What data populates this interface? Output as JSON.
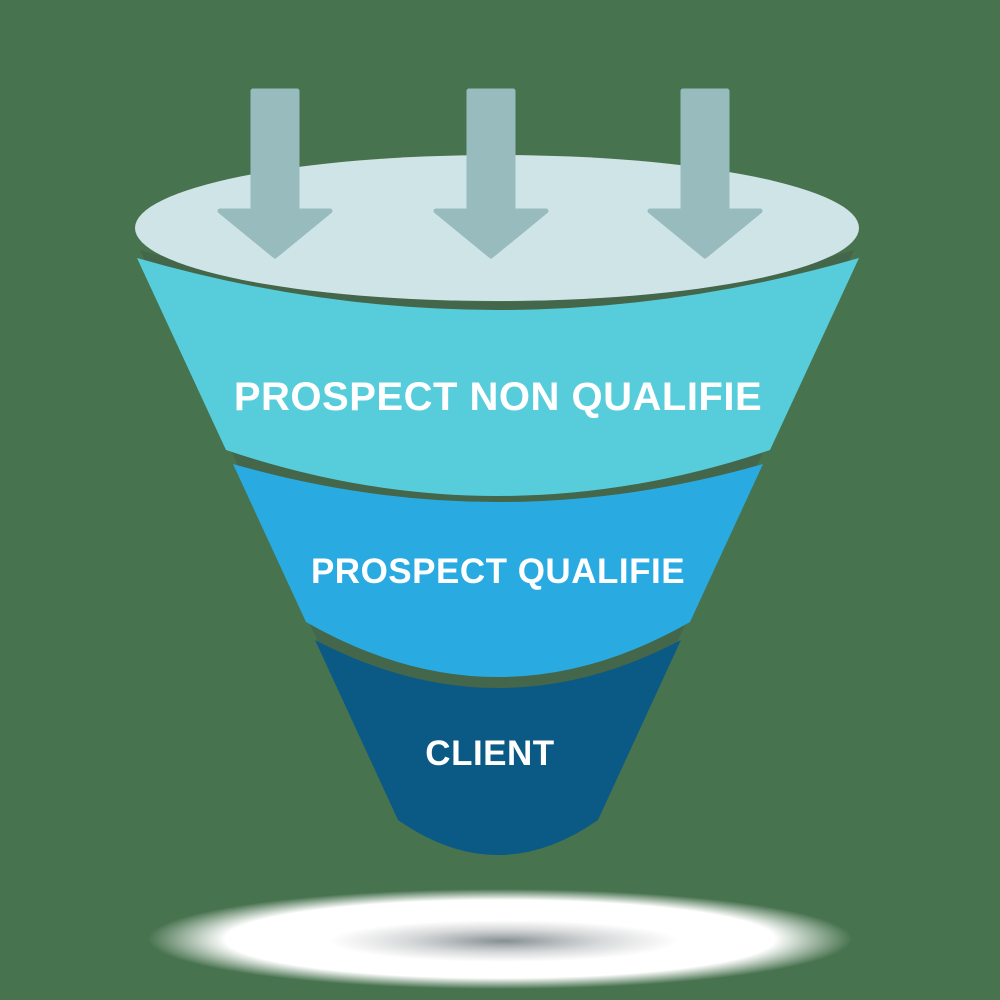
{
  "background_color": "#48734F",
  "funnel": {
    "type": "funnel",
    "stages": [
      {
        "label": "PROSPECT NON QUALIFIE",
        "color": "#57CDDB"
      },
      {
        "label": "PROSPECT QUALIFIE",
        "color": "#29ABE2"
      },
      {
        "label": "CLIENT",
        "color": "#0B5A86"
      }
    ],
    "label_color": "#FFFFFF",
    "top_ellipse_color": "#CFE4E7",
    "gap_color": "#44664A"
  },
  "arrows": {
    "count": 3,
    "direction": "down",
    "color": "#98BCBE"
  },
  "shadow": {
    "outer_color": "#FFFFFF",
    "core_color": "#6E7A7E"
  }
}
